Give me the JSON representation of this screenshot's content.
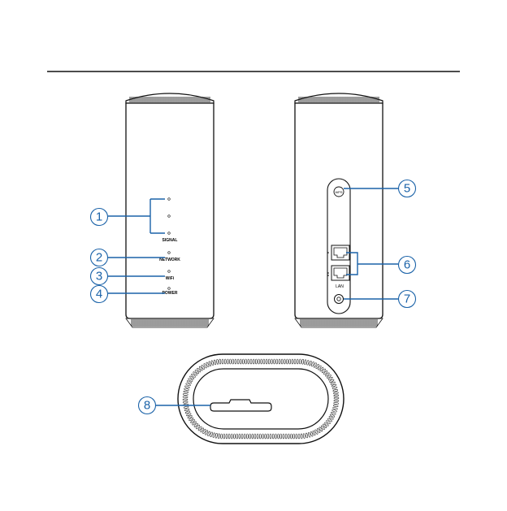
{
  "front": {
    "labels": {
      "signal": "SIGNAL",
      "network": "NETWORK",
      "wifi": "WiFi",
      "power": "POWER"
    }
  },
  "back": {
    "wps_label": "WPS",
    "lan_label": "LAN"
  },
  "callouts": [
    "1",
    "2",
    "3",
    "4",
    "5",
    "6",
    "7",
    "8"
  ],
  "colors": {
    "callout": "#1a62a8",
    "outline": "#111111",
    "grille": "#222222"
  }
}
